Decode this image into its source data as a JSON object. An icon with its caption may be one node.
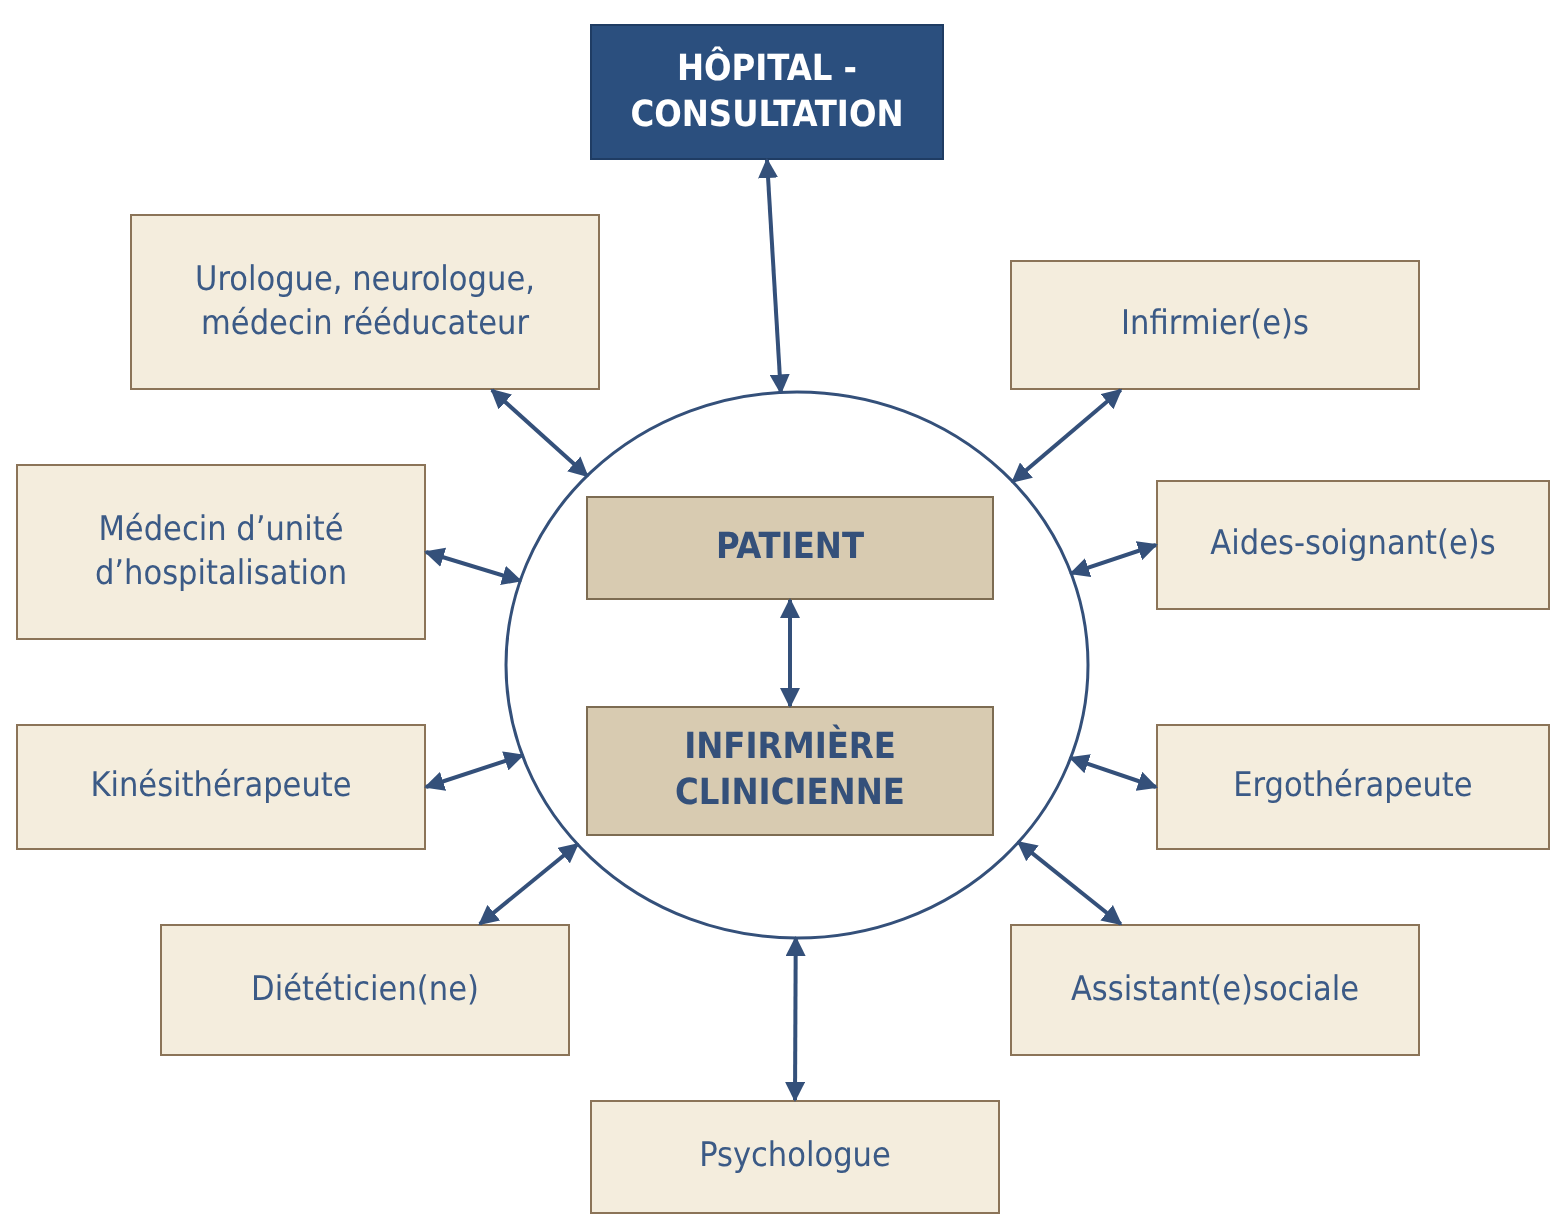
{
  "diagram": {
    "nodes": [
      {
        "text": [
          "HÔPITAL - CONSULTATION"
        ]
      },
      {
        "text": [
          "Urologue, neurologue, médecin rééducateur"
        ]
      },
      {
        "text": [
          "Infirmier(e)s"
        ]
      },
      {
        "text": [
          "Médecin d’unité d’hospitalisation"
        ]
      },
      {
        "text": [
          "Aides-soignant(e)s"
        ]
      },
      {
        "text": [],
        "shape": "circle"
      },
      {
        "text": [
          "PATIENT"
        ],
        "in": 5
      },
      {
        "text": [
          "INFIRMIÈRE CLINICIENNE"
        ],
        "in": 5
      },
      {
        "text": [
          "Kinésithérapeute"
        ]
      },
      {
        "text": [
          "Ergothérapeute"
        ]
      },
      {
        "text": [
          "Diététicien(ne)"
        ]
      },
      {
        "text": [
          "Assistant(e)sociale"
        ]
      },
      {
        "text": [
          "Psychologue"
        ]
      }
    ],
    "edges": [
      {
        "from": 0,
        "to": 5,
        "arrow": "both"
      },
      {
        "from": 1,
        "to": 5,
        "arrow": "both"
      },
      {
        "from": 2,
        "to": 5,
        "arrow": "both"
      },
      {
        "from": 3,
        "to": 5,
        "arrow": "both"
      },
      {
        "from": 4,
        "to": 5,
        "arrow": "both"
      },
      {
        "from": 6,
        "to": 7,
        "arrow": "both"
      },
      {
        "from": 8,
        "to": 5,
        "arrow": "both"
      },
      {
        "from": 9,
        "to": 5,
        "arrow": "both"
      },
      {
        "from": 10,
        "to": 5,
        "arrow": "both"
      },
      {
        "from": 11,
        "to": 5,
        "arrow": "both"
      },
      {
        "from": 12,
        "to": 5,
        "arrow": "both"
      }
    ]
  }
}
